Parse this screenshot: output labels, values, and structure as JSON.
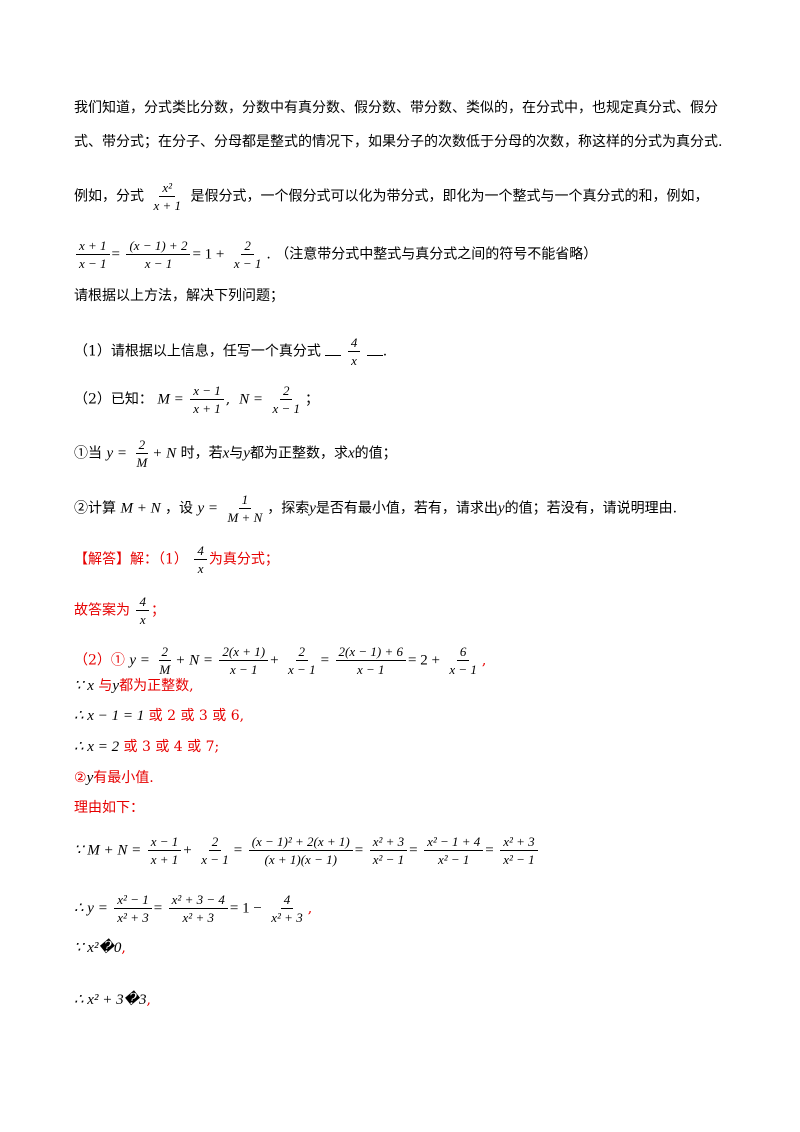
{
  "intro": {
    "line1": "我们知道，分式类比分数，分数中有真分数、假分数、带分数、类似的，在分式中，也规定真分式、假分",
    "line2": "式、带分式；在分子、分母都是整式的情况下，如果分子的次数低于分母的次数，称这样的分式为真分式."
  },
  "example": {
    "prefix": "例如，分式",
    "frac_num": "x²",
    "frac_den": "x + 1",
    "suffix": "是假分式，一个假分式可以化为带分式，即化为一个整式与一个真分式的和，例如，",
    "eq_f1_num": "x + 1",
    "eq_f1_den": "x − 1",
    "eq_f2_num": "(x − 1) + 2",
    "eq_f2_den": "x − 1",
    "eq_mid": "= 1 +",
    "eq_f3_num": "2",
    "eq_f3_den": "x − 1",
    "note": ". （注意带分式中整式与真分式之间的符号不能省略）"
  },
  "task": "请根据以上方法，解决下列问题；",
  "q1": {
    "text": "（1）请根据以上信息，任写一个真分式",
    "answer_num": "4",
    "answer_den": "x",
    "end": "."
  },
  "q2": {
    "label": "（2）已知：",
    "M": "M =",
    "M_num": "x − 1",
    "M_den": "x + 1",
    "N": "N =",
    "N_num": "2",
    "N_den": "x − 1",
    "end": "；"
  },
  "q2a": {
    "prefix": "①当",
    "y_eq": "y =",
    "num": "2",
    "den": "M",
    "plus": "+ N",
    "text1": "时，若",
    "x": "x",
    "text2": "与",
    "y": "y",
    "text3": "都为正整数，求",
    "x2": "x",
    "text4": "的值；"
  },
  "q2b": {
    "prefix": "②计算",
    "MN": "M + N",
    "text1": "，设",
    "y_eq": "y =",
    "num": "1",
    "den": "M + N",
    "text2": "，探索",
    "y": "y",
    "text3": "是否有最小值，若有，请求出",
    "y2": "y",
    "text4": "的值；若没有，请说明理由."
  },
  "solution": {
    "header": "【解答】解：（1）",
    "frac_num": "4",
    "frac_den": "x",
    "header_end": "为真分式；",
    "answer_prefix": "故答案为",
    "answer_end": "；",
    "p2_label": "（2）①",
    "p2_eq": "y =",
    "p2_f1_num": "2",
    "p2_f1_den": "M",
    "p2_plus": "+ N =",
    "p2_f2_num": "2(x + 1)",
    "p2_f2_den": "x − 1",
    "p2_plus2": "+",
    "p2_f3_num": "2",
    "p2_f3_den": "x − 1",
    "p2_eq2": "=",
    "p2_f4_num": "2(x − 1) + 6",
    "p2_f4_den": "x − 1",
    "p2_eq3": "= 2 +",
    "p2_f5_num": "6",
    "p2_f5_den": "x − 1",
    "p2_end": ",",
    "because1_sym": "∵ x",
    "because1_text": "与",
    "because1_y": "y",
    "because1_end": "都为正整数,",
    "therefore1_math": "∴ x − 1 = 1",
    "therefore1_text": "或 2 或 3 或 6,",
    "therefore2_math": "∴ x = 2",
    "therefore2_text": "或 3 或 4 或 7;",
    "part2_label": "②",
    "part2_y": "y",
    "part2_text": "有最小值.",
    "reason": "理由如下：",
    "mn_prefix": "∵ M + N =",
    "mn_f1_num": "x − 1",
    "mn_f1_den": "x + 1",
    "mn_plus": "+",
    "mn_f2_num": "2",
    "mn_f2_den": "x − 1",
    "mn_eq": "=",
    "mn_f3_num": "(x − 1)² + 2(x + 1)",
    "mn_f3_den": "(x + 1)(x − 1)",
    "mn_eq2": "=",
    "mn_f4_num": "x² + 3",
    "mn_f4_den": "x² − 1",
    "mn_eq3": "=",
    "mn_f5_num": "x² − 1 + 4",
    "mn_f5_den": "x² − 1",
    "mn_eq4": "=",
    "mn_f6_num": "x² + 3",
    "mn_f6_den": "x² − 1",
    "y_prefix": "∴ y =",
    "y_f1_num": "x² − 1",
    "y_f1_den": "x² + 3",
    "y_eq": "=",
    "y_f2_num": "x² + 3 − 4",
    "y_f2_den": "x² + 3",
    "y_eq2": "= 1 −",
    "y_f3_num": "4",
    "y_f3_den": "x² + 3",
    "y_end": ",",
    "because2": "∵ x²�0",
    "because2_end": ",",
    "therefore3": "∴ x² + 3�3",
    "therefore3_end": ","
  }
}
